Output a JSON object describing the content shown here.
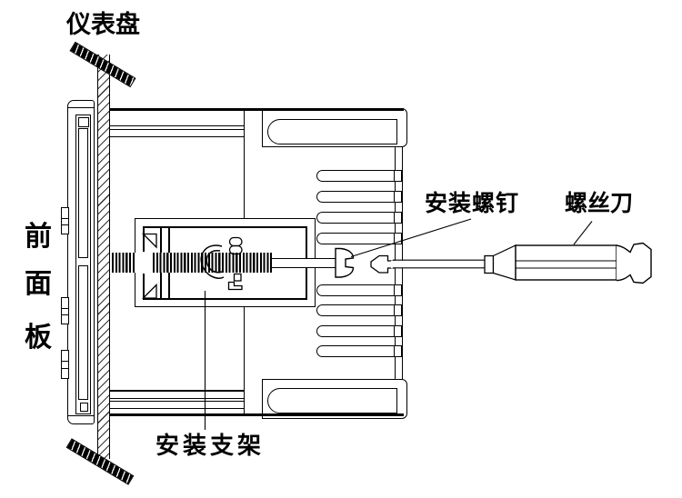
{
  "figure": {
    "kind": "panel-meter installation side-view line drawing",
    "background": "#ffffff",
    "line_color": "#000000"
  },
  "labels": {
    "instrument_panel": "仪表盘",
    "front_panel_chars": [
      "前",
      "面",
      "板"
    ],
    "mounting_bracket": "安装支架",
    "mounting_screw": "安装螺钉",
    "screwdriver": "螺丝刀"
  }
}
